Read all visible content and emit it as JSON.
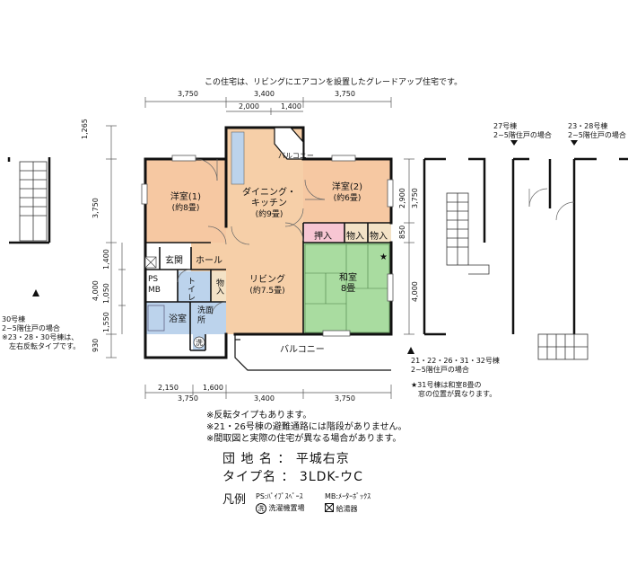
{
  "intro": "この住宅は、リビングにエアコンを設置したグレードアップ住宅です。",
  "dims_top": [
    "3,750",
    "3,400",
    "3,750"
  ],
  "dims_top_sub": [
    "2,000",
    "1,400"
  ],
  "dims_bottom_sub": [
    "2,150",
    "1,600"
  ],
  "dims_bottom": [
    "3,750",
    "3,400",
    "3,750"
  ],
  "dims_left": [
    "1,265",
    "3,750",
    "1,400",
    "4,000",
    "1,050",
    "1,550",
    "930"
  ],
  "dims_right": [
    "2,900",
    "3,750",
    "850",
    "4,000"
  ],
  "rooms": {
    "western1": {
      "name": "洋室(1)",
      "size": "(約8畳)"
    },
    "dk": {
      "name1": "ダイニング・",
      "name2": "キッチン",
      "size": "(約9畳)"
    },
    "western2": {
      "name": "洋室(2)",
      "size": "(約6畳)"
    },
    "living": {
      "name": "リビング",
      "size": "(約7.5畳)"
    },
    "japanese": {
      "name": "和室",
      "size": "8畳"
    },
    "entrance": "玄関",
    "hall": "ホール",
    "ps": "PS",
    "mb": "MB",
    "toilet": "トイレ",
    "closet_small": "物入",
    "bath": "浴室",
    "washroom": "洗面所",
    "washer": "洗",
    "oshiire": "押入",
    "closet1": "物入",
    "closet2": "物入",
    "balcony_top": "バルコニー",
    "balcony_bottom": "バルコニー"
  },
  "side_notes": {
    "left": [
      "30号棟",
      "2~5階住戸の場合",
      "※23・28・30号棟は、",
      "左右反転タイプです。"
    ],
    "b27": [
      "27号棟",
      "2~5階住戸の場合"
    ],
    "b23": [
      "23・28号棟",
      "2~5階住戸の場合"
    ],
    "b21": [
      "21・22・26・31・32号棟",
      "2~5階住戸の場合"
    ],
    "star": [
      "★31号棟は和室8畳の",
      "窓の位置が異なります。"
    ]
  },
  "notes": [
    "※反転タイプもあります。",
    "※21・26号棟の避難通路には階段がありません。",
    "※間取図と実際の住宅が異なる場合があります。"
  ],
  "info": {
    "complex_label": "団 地 名 ： ",
    "complex_value": "平城右京",
    "type_label": "タイプ名 ： ",
    "type_value": "3LDK-ウC"
  },
  "legend": {
    "title": "凡例",
    "ps": "PS:ﾊﾟｲﾌﾟｽﾍﾟｰｽ",
    "mb": "MB:ﾒｰﾀｰﾎﾞｯｸｽ",
    "washer_icon": "洗",
    "washer": "洗濯機置場",
    "heater": "給湯器"
  },
  "colors": {
    "western": "#f6c8a2",
    "dk": "#f6cfa8",
    "japanese": "#a9dca0",
    "wet": "#bcd3ec",
    "oshiire": "#f7c6d3",
    "closet": "#f3e2c6",
    "wall": "#111111"
  }
}
